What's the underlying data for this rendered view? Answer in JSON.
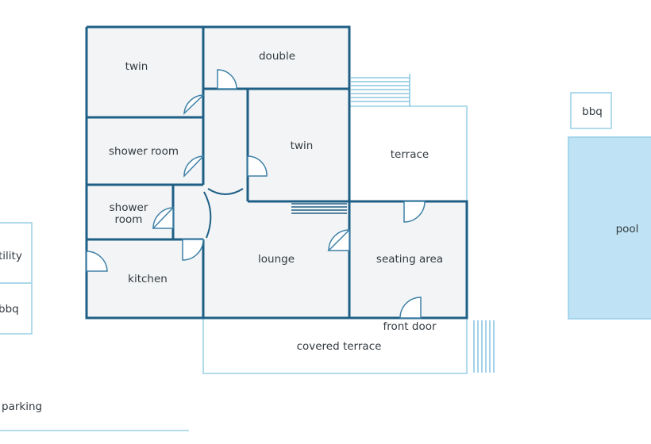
{
  "rooms": {
    "twin_top": "twin",
    "double": "double",
    "shower_room": "shower room",
    "twin_mid": "twin",
    "terrace": "terrace",
    "bbq_right": "bbq",
    "shower_room2_line1": "shower",
    "shower_room2_line2": "room",
    "utility": "tility",
    "pool": "pool",
    "lounge": "lounge",
    "seating_area": "seating area",
    "kitchen": "kitchen",
    "bbq_left": "bbq",
    "front_door": "front door",
    "covered_terrace": "covered terrace",
    "parking": "parking"
  },
  "colors": {
    "wall": "#1f5f86",
    "outline": "#a9d7ea",
    "pool_fill": "#bfe3f4",
    "room_fill": "#f2f4f5"
  }
}
